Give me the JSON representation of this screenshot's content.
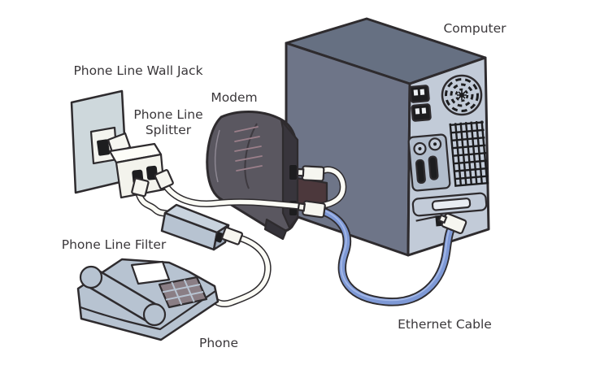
{
  "diagram": {
    "type": "hardware-setup-illustration",
    "subject": "DSL modem home installation diagram",
    "labels": {
      "wall_jack": "Phone Line Wall Jack",
      "splitter_line1": "Phone Line",
      "splitter_line2": "Splitter",
      "modem": "Modem",
      "computer": "Computer",
      "filter": "Phone Line Filter",
      "phone": "Phone",
      "ethernet": "Ethernet Cable"
    },
    "components": [
      "Phone Line Wall Jack",
      "Phone Line Splitter",
      "Modem",
      "Computer",
      "Phone Line Filter",
      "Phone",
      "Ethernet Cable"
    ],
    "connections": [
      {
        "from": "Phone Line Wall Jack",
        "to": "Phone Line Splitter",
        "cable": "direct plug"
      },
      {
        "from": "Phone Line Splitter",
        "to": "Modem",
        "cable": "phone line"
      },
      {
        "from": "Phone Line Splitter",
        "to": "Phone Line Filter",
        "cable": "phone line"
      },
      {
        "from": "Phone Line Filter",
        "to": "Phone",
        "cable": "phone line"
      },
      {
        "from": "Modem",
        "to": "Computer",
        "cable": "Ethernet Cable"
      }
    ],
    "colors": {
      "background": "#ffffff",
      "outline": "#2e2b2e",
      "label_text": "#3a373a",
      "tower_side": "#6e7588",
      "tower_top": "#667082",
      "tower_back": "#c2cbd8",
      "tower_panel_detail": "#b2bdcc",
      "modem_body": "#5a5760",
      "modem_side": "#38353c",
      "modem_shadow": "#4c383c",
      "modem_vents": "#9b7f8a",
      "cable_white": "#fbfbf5",
      "ethernet_blue": "#7e99d6",
      "ethernet_highlight": "#aabdea",
      "device_gray": "#b7c3d1",
      "device_gray_dark": "#9fabbb",
      "device_gray_light": "#c9d3de",
      "wall_plate": "#ced8dc",
      "socket_white": "#f4f4ef",
      "connector_white": "#f6f6f0",
      "splitter_white": "#f3f3ec",
      "splitter_top": "#fdfdf8",
      "keypad": "#8a7e85",
      "port_black": "#1d1d1f",
      "display_white": "#ffffff",
      "slot_inner": "#e8ecf2"
    }
  }
}
